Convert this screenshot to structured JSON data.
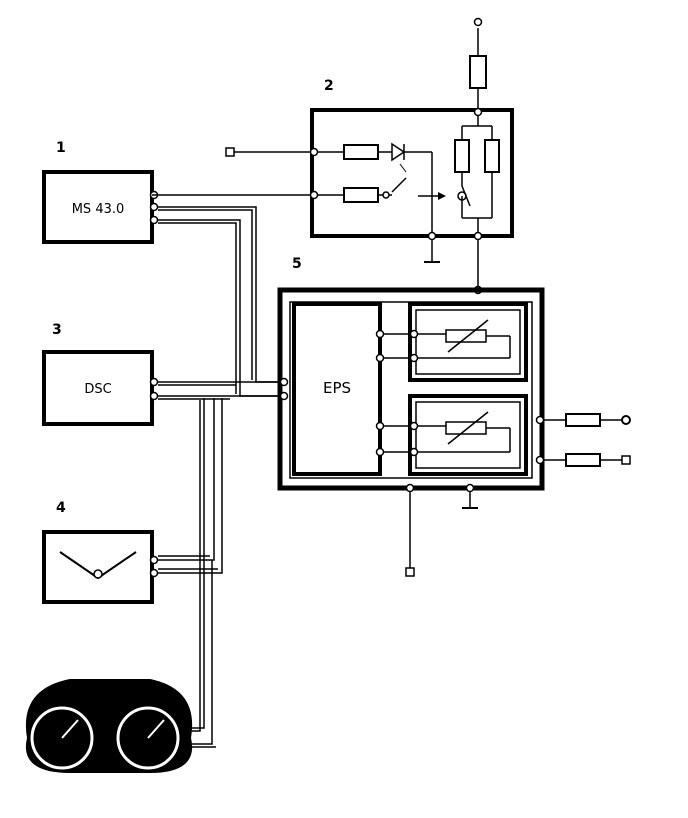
{
  "labels": {
    "block1_number": "1",
    "block2_number": "2",
    "block3_number": "3",
    "block4_number": "4",
    "block5_number": "5",
    "ms_unit": "MS 43.0",
    "dsc_unit": "DSC",
    "eps_unit": "EPS"
  },
  "icons": {
    "steering_unit": "steering-valve-icon",
    "cluster": "instrument-cluster-icon",
    "sensor": "photo-sensor-icon",
    "potentiometer": "potentiometer-icon",
    "resistor": "resistor-icon",
    "ground": "ground-icon",
    "terminal": "terminal-icon"
  },
  "colors": {
    "line": "#000000",
    "background": "#ffffff"
  }
}
